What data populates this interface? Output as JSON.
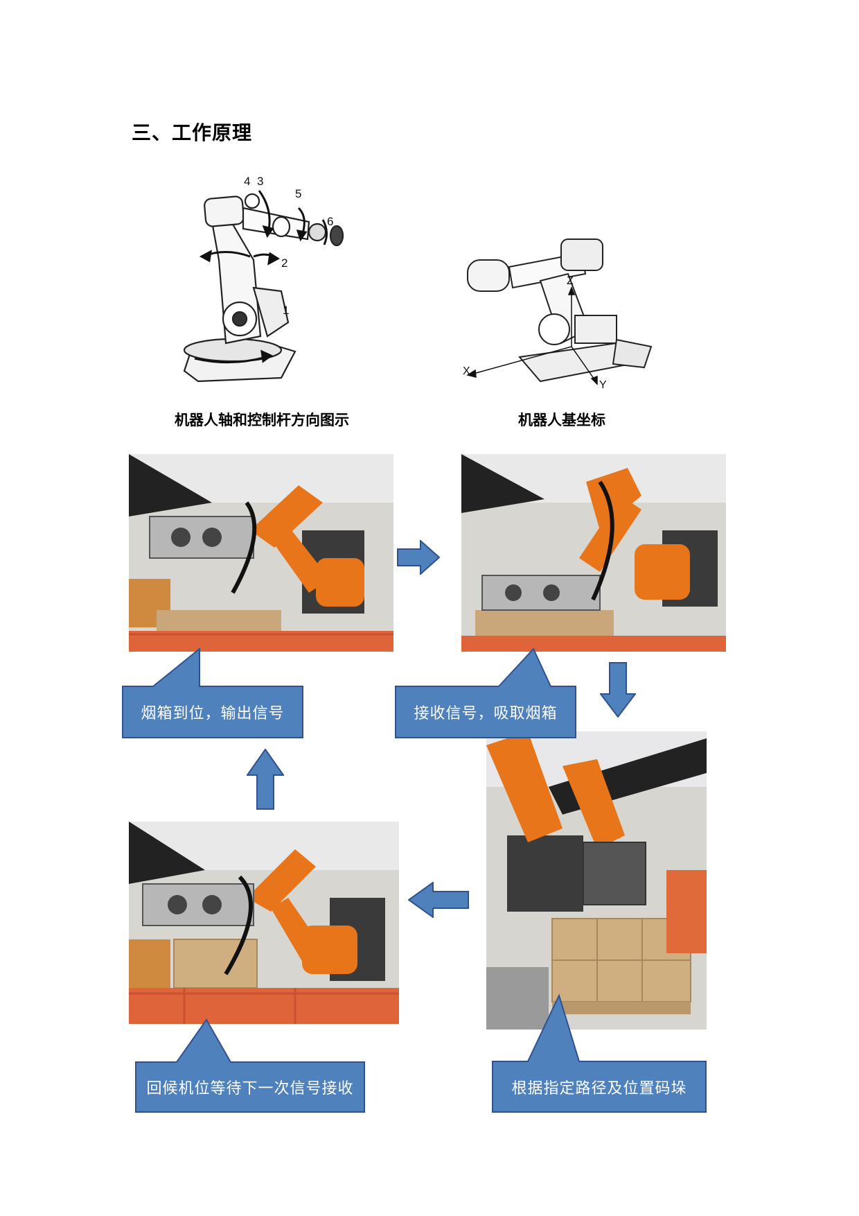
{
  "heading": "三、工作原理",
  "diagram_left": {
    "caption": "机器人轴和控制杆方向图示",
    "axis_numbers": [
      "1",
      "2",
      "3",
      "4",
      "5",
      "6"
    ]
  },
  "diagram_right": {
    "caption": "机器人基坐标",
    "axes": [
      "X",
      "Y",
      "Z"
    ]
  },
  "steps": {
    "step1": "烟箱到位，输出信号",
    "step2": "接收信号，吸取烟箱",
    "step3": "根据指定路径及位置码垛",
    "step4": "回候机位等待下一次信号接收"
  },
  "colors": {
    "callout_fill": "#4f81bd",
    "callout_stroke": "#2f528f",
    "robot_orange": "#e8751a"
  }
}
